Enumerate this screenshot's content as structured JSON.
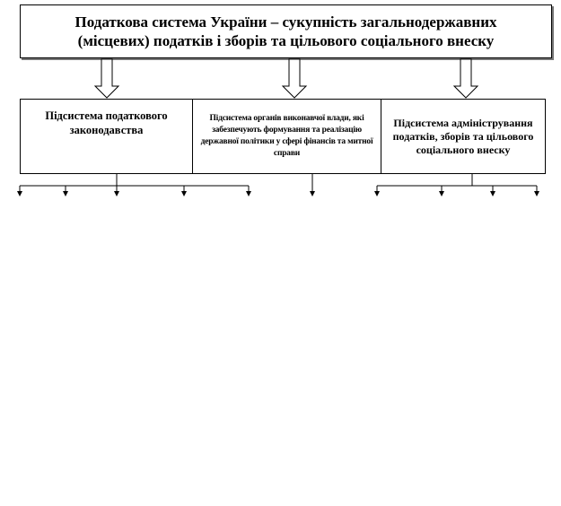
{
  "diagram": {
    "title": "Податкова система України – сукупність загальнодержавних (місцевих) податків і зборів та цільового соціального внеску",
    "subsystems": [
      {
        "label": "Підсистема податкового законодавства"
      },
      {
        "label": "Підсистема органів виконавчої влади, які забезпечують формування та реалізацію державної політики у сфері фінансів та митної справи"
      },
      {
        "label": "Підсистема адміністрування податків, зборів та цільового соціального внеску"
      }
    ],
    "colors": {
      "line": "#000000",
      "box_fill": "#ffffff",
      "shadow": "#777777"
    }
  }
}
